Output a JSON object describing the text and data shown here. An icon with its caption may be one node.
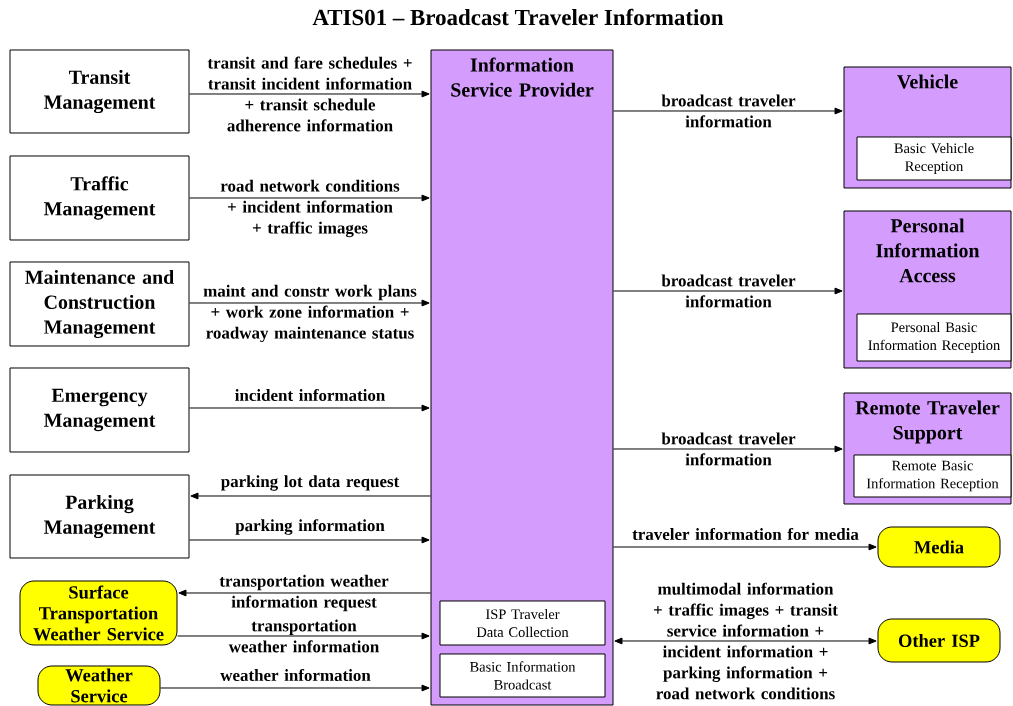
{
  "diagram": {
    "title": "ATIS01 – Broadcast Traveler Information",
    "nodes": [
      {
        "text": [
          "Transit Management"
        ]
      },
      {
        "text": [
          "Traffic Management"
        ]
      },
      {
        "text": [
          "Maintenance and Construction Management"
        ]
      },
      {
        "text": [
          "Emergency Management"
        ]
      },
      {
        "text": [
          "Parking Management"
        ]
      },
      {
        "text": [
          "Surface Transportation Weather Service"
        ]
      },
      {
        "text": [
          "Weather Service"
        ]
      },
      {
        "text": [
          "Information Service Provider"
        ]
      },
      {
        "text": [
          "ISP Traveler Data Collection"
        ],
        "in": 7
      },
      {
        "text": [
          "Basic Information Broadcast"
        ],
        "in": 7
      },
      {
        "text": [
          "Vehicle"
        ]
      },
      {
        "text": [
          "Basic Vehicle Reception"
        ],
        "in": 10
      },
      {
        "text": [
          "Personal Information Access"
        ]
      },
      {
        "text": [
          "Personal Basic Information Reception"
        ],
        "in": 12
      },
      {
        "text": [
          "Remote Traveler Support"
        ]
      },
      {
        "text": [
          "Remote Basic Information Reception"
        ],
        "in": 14
      },
      {
        "text": [
          "Media"
        ]
      },
      {
        "text": [
          "Other ISP"
        ]
      }
    ],
    "edges": [
      {
        "from": 0,
        "to": 7,
        "arrow": "to",
        "label": "transit and fare schedules + transit incident information + transit schedule adherence information"
      },
      {
        "from": 1,
        "to": 7,
        "arrow": "to",
        "label": "road network conditions + incident information + traffic images"
      },
      {
        "from": 2,
        "to": 7,
        "arrow": "to",
        "label": "maint and constr work plans + work zone information + roadway maintenance status"
      },
      {
        "from": 3,
        "to": 7,
        "arrow": "to",
        "label": "incident information"
      },
      {
        "from": 7,
        "to": 4,
        "arrow": "to",
        "label": "parking lot data request"
      },
      {
        "from": 4,
        "to": 7,
        "arrow": "to",
        "label": "parking information"
      },
      {
        "from": 7,
        "to": 5,
        "arrow": "to",
        "label": "transportation weather information request"
      },
      {
        "from": 5,
        "to": 7,
        "arrow": "to",
        "label": "transportation weather information"
      },
      {
        "from": 6,
        "to": 7,
        "arrow": "to",
        "label": "weather information"
      },
      {
        "from": 7,
        "to": 10,
        "arrow": "to",
        "label": "broadcast traveler information"
      },
      {
        "from": 7,
        "to": 12,
        "arrow": "to",
        "label": "broadcast traveler information"
      },
      {
        "from": 7,
        "to": 14,
        "arrow": "to",
        "label": "broadcast traveler information"
      },
      {
        "from": 7,
        "to": 16,
        "arrow": "to",
        "label": "traveler information for media"
      },
      {
        "from": 7,
        "to": 17,
        "arrow": "both",
        "label": "multimodal information + traffic images + transit service information + incident information + parking information + road network conditions"
      }
    ]
  }
}
